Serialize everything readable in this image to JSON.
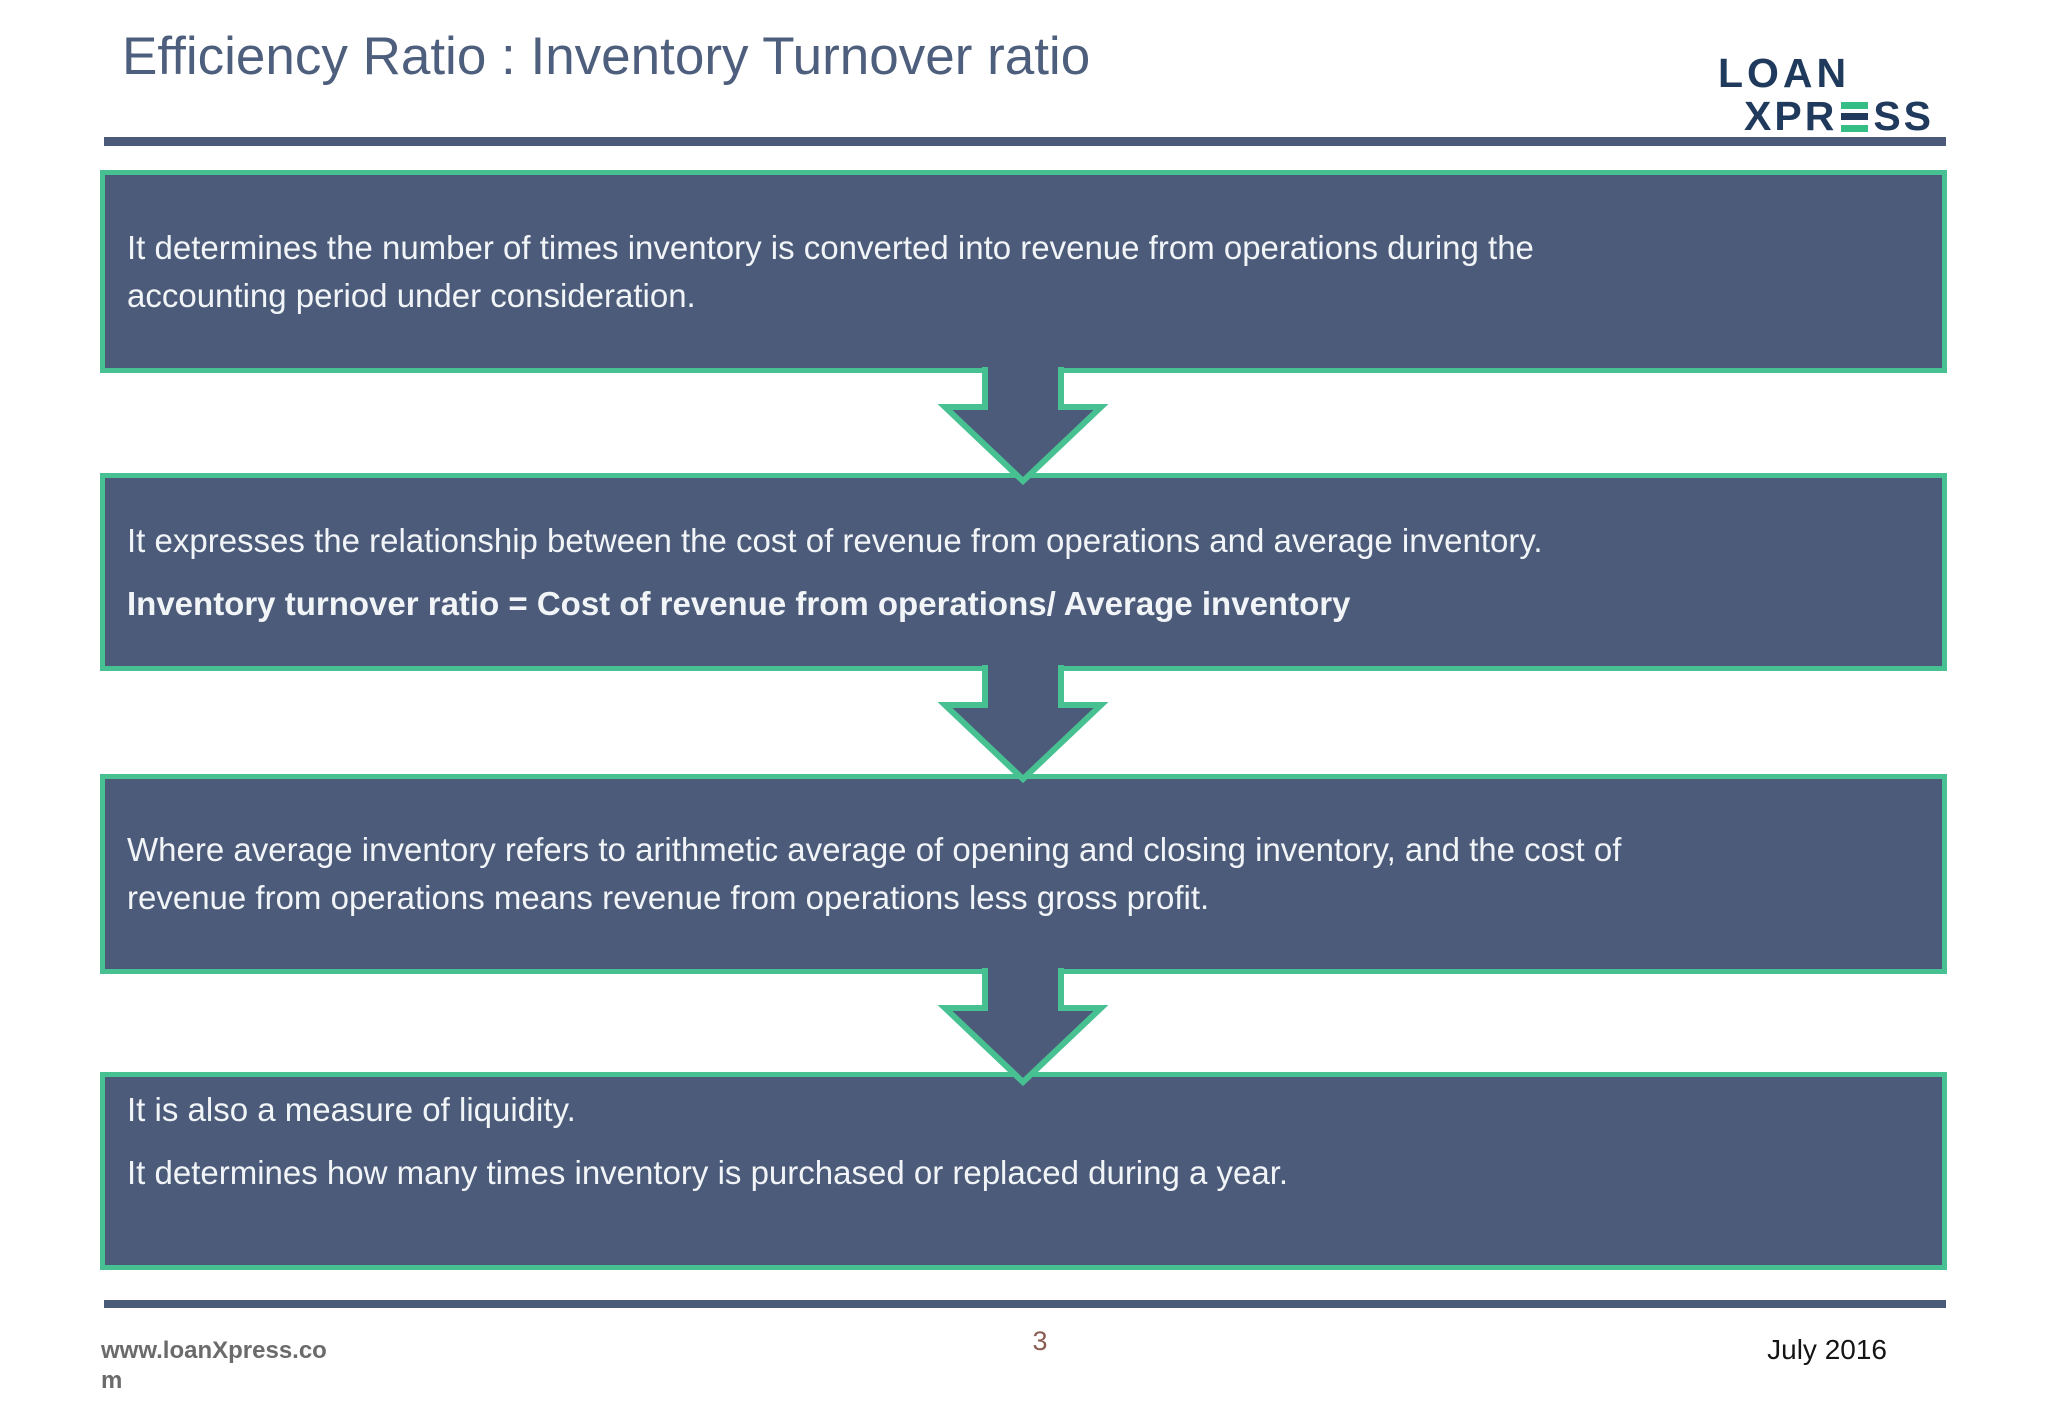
{
  "header": {
    "title": "Efficiency Ratio : Inventory Turnover ratio",
    "logo": {
      "line1": "LOAN",
      "line2_pre": "XPR",
      "line2_post": "SS",
      "stylized_letter": "E"
    }
  },
  "colors": {
    "box_fill": "#4c5b79",
    "box_border_green": "#48c192",
    "rule_slate": "#4a5a78",
    "logo_navy": "#1f3a5c",
    "logo_green": "#34bd85",
    "title_text": "#4e5f7e",
    "page_number_brown": "#8b5d52"
  },
  "boxes": [
    {
      "lines": [
        {
          "text": "It determines the number of times inventory is converted into revenue from operations during the"
        },
        {
          "text": "accounting period under consideration."
        }
      ]
    },
    {
      "lines": [
        {
          "text": "It expresses the relationship between the cost of revenue from operations and average inventory."
        },
        {
          "text": "Inventory turnover ratio = Cost of revenue from operations/ Average inventory",
          "bold": true
        }
      ]
    },
    {
      "lines": [
        {
          "text": "Where average inventory refers to arithmetic average of opening and closing inventory, and the cost of"
        },
        {
          "text": "revenue from operations means revenue from operations less gross profit."
        }
      ]
    },
    {
      "lines": [
        {
          "text": "It is also a measure of liquidity."
        },
        {
          "text": "It determines how many times inventory is purchased or replaced during a year."
        }
      ]
    }
  ],
  "footer": {
    "website_line1": "www.loanXpress.co",
    "website_line2": "m",
    "page_number": "3",
    "date": "July 2016"
  }
}
